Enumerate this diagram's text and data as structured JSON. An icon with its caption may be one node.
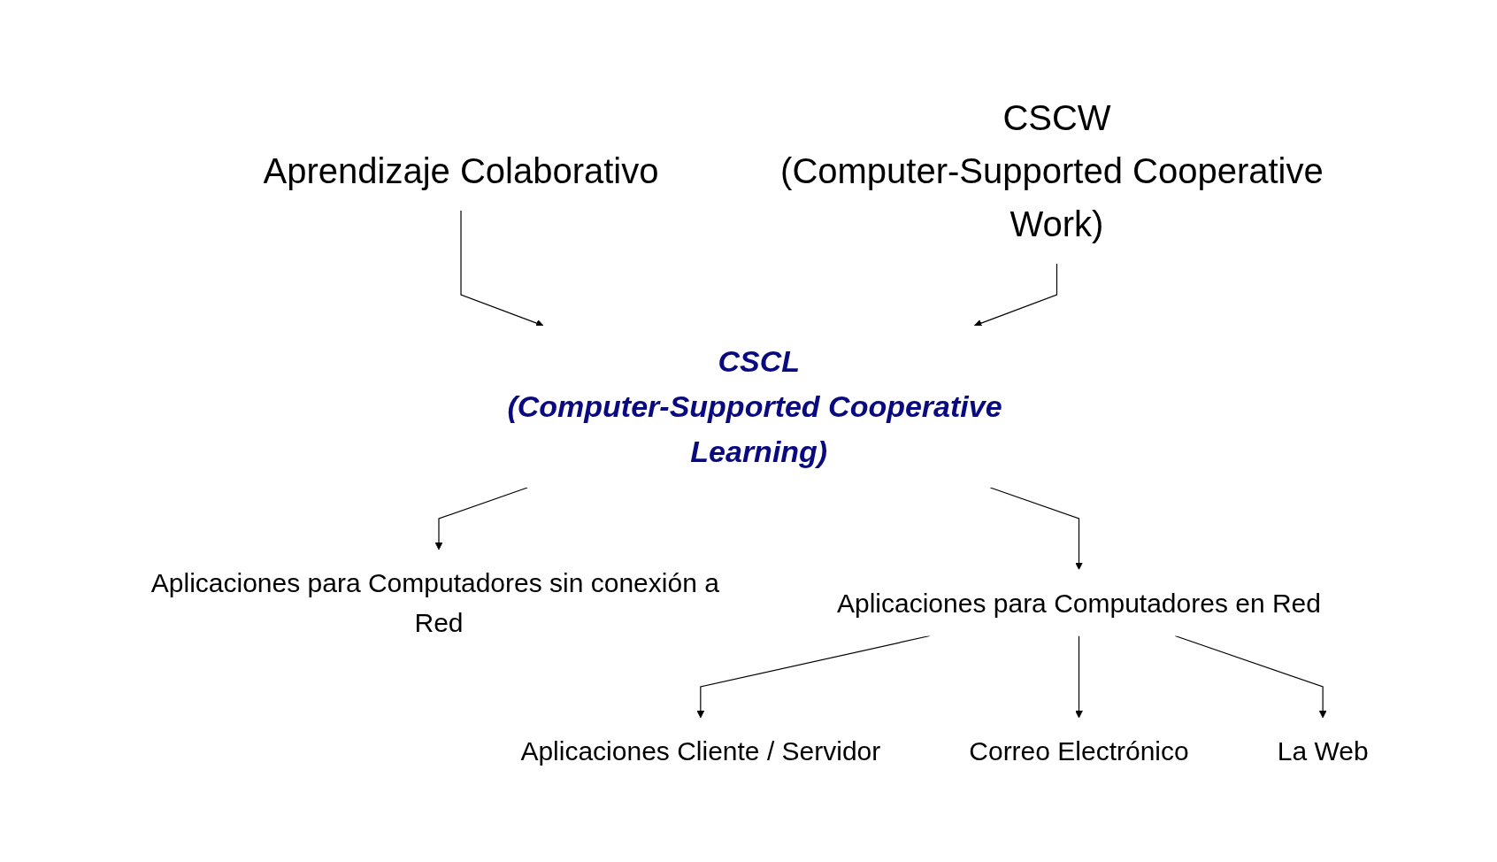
{
  "diagram": {
    "nodes": [
      {
        "text": [
          "Aprendizaje Colaborativo"
        ]
      },
      {
        "text": [
          "CSCW",
          "(Computer-Supported Cooperative Work)"
        ]
      },
      {
        "text": [
          "CSCL",
          "(Computer-Supported Cooperative Learning)"
        ]
      },
      {
        "text": [
          "Aplicaciones para Computadores sin conexión a Red"
        ]
      },
      {
        "text": [
          "Aplicaciones para Computadores en Red"
        ]
      },
      {
        "text": [
          "Aplicaciones Cliente / Servidor"
        ]
      },
      {
        "text": [
          "Correo Electrónico"
        ]
      },
      {
        "text": [
          "La Web"
        ]
      }
    ],
    "edges": [
      {
        "from": 0,
        "to": 2,
        "arrow": "to"
      },
      {
        "from": 1,
        "to": 2,
        "arrow": "to"
      },
      {
        "from": 2,
        "to": 3,
        "arrow": "to"
      },
      {
        "from": 2,
        "to": 4,
        "arrow": "to"
      },
      {
        "from": 4,
        "to": 5,
        "arrow": "to"
      },
      {
        "from": 4,
        "to": 6,
        "arrow": "to"
      },
      {
        "from": 4,
        "to": 7,
        "arrow": "to"
      }
    ]
  }
}
